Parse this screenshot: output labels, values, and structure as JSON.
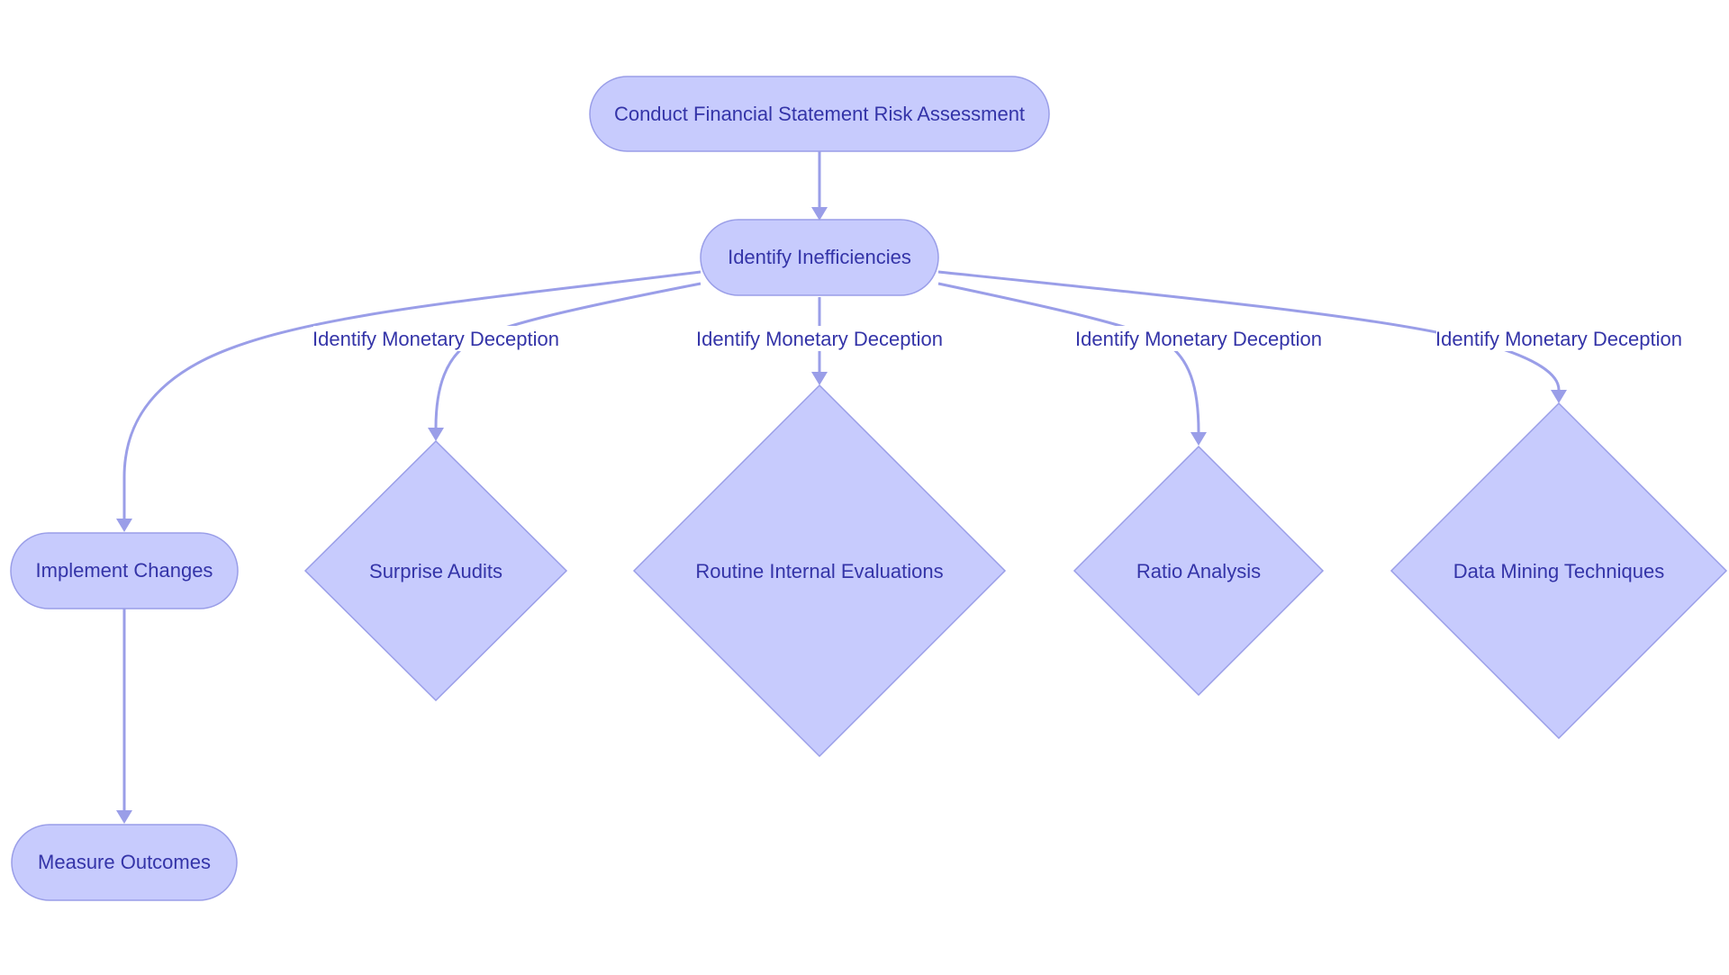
{
  "diagram": {
    "colors": {
      "node_fill": "#c7cbfd",
      "node_stroke": "#9a9ee8",
      "edge": "#9a9ee8",
      "text": "#3434a8"
    },
    "nodes": {
      "root": "Conduct Financial Statement Risk Assessment",
      "identify": "Identify Inefficiencies",
      "implement": "Implement Changes",
      "measure": "Measure Outcomes",
      "surprise": "Surprise Audits",
      "routine": "Routine Internal Evaluations",
      "ratio": "Ratio Analysis",
      "mining": "Data Mining Techniques"
    },
    "edges": [
      {
        "from": "Conduct Financial Statement Risk Assessment",
        "to": "Identify Inefficiencies",
        "label": ""
      },
      {
        "from": "Identify Inefficiencies",
        "to": "Implement Changes",
        "label": ""
      },
      {
        "from": "Identify Inefficiencies",
        "to": "Surprise Audits",
        "label": "Identify Monetary Deception"
      },
      {
        "from": "Identify Inefficiencies",
        "to": "Routine Internal Evaluations",
        "label": "Identify Monetary Deception"
      },
      {
        "from": "Identify Inefficiencies",
        "to": "Ratio Analysis",
        "label": "Identify Monetary Deception"
      },
      {
        "from": "Identify Inefficiencies",
        "to": "Data Mining Techniques",
        "label": "Identify Monetary Deception"
      },
      {
        "from": "Implement Changes",
        "to": "Measure Outcomes",
        "label": ""
      }
    ]
  }
}
